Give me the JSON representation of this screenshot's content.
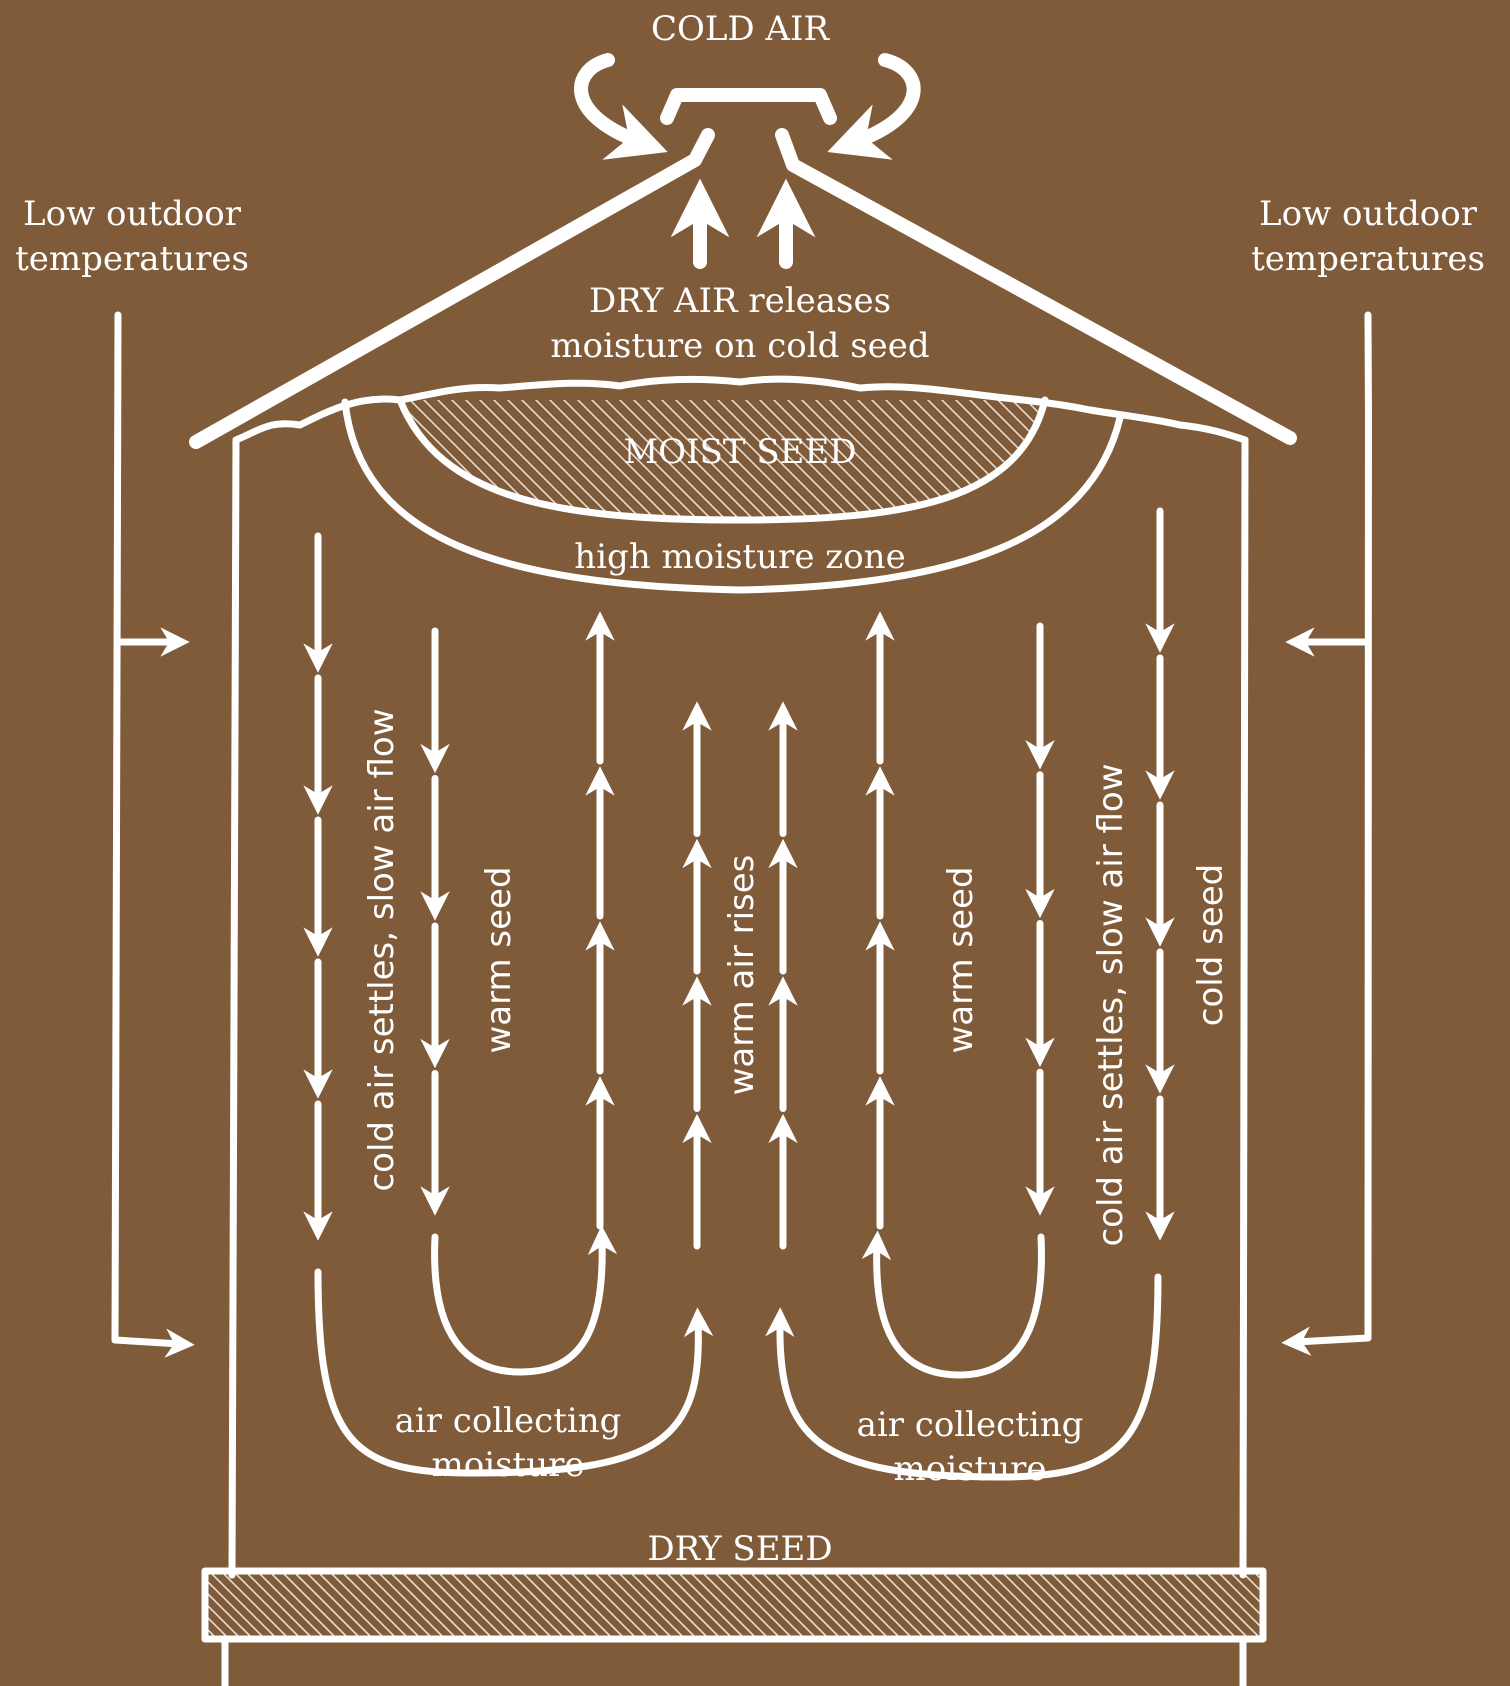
{
  "labels": {
    "cold_air": "COLD AIR",
    "low_outdoor_left_1": "Low outdoor",
    "low_outdoor_left_2": "temperatures",
    "low_outdoor_right_1": "Low outdoor",
    "low_outdoor_right_2": "temperatures",
    "dry_air_1": "DRY AIR releases",
    "dry_air_2": "moisture on cold seed",
    "moist_seed": "MOIST SEED",
    "high_moisture_zone": "high moisture zone",
    "cold_air_settles_left": "cold air settles, slow air flow",
    "warm_seed_left": "warm seed",
    "warm_air_rises": "warm air rises",
    "warm_seed_right": "warm seed",
    "cold_air_settles_right": "cold air settles, slow air flow",
    "cold_seed": "cold seed",
    "air_collecting_left_1": "air collecting",
    "air_collecting_left_2": "moisture",
    "air_collecting_right_1": "air collecting",
    "air_collecting_right_2": "moisture",
    "dry_seed": "DRY SEED"
  },
  "colors": {
    "background": "#7f5b3a",
    "ink": "#ffffff"
  }
}
